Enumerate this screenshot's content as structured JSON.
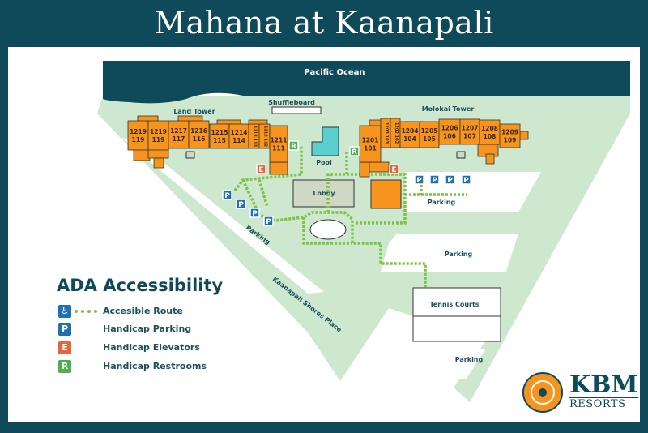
{
  "title": "Mahana at Kaanapali",
  "labels": {
    "ocean": "Pacific Ocean",
    "land_tower": "Land Tower",
    "molokai_tower": "Molokai Tower",
    "shuffleboard": "Shuffleboard",
    "pool": "Pool",
    "lobby": "Lobby",
    "parking_left": "Parking",
    "parking_right_top": "Parking",
    "parking_right_mid": "Parking",
    "parking_bottom": "Parking",
    "tennis": "Tennis Courts",
    "road": "Kaanapali Shores Place"
  },
  "units": {
    "land": [
      {
        "top": "1219",
        "bottom": "119"
      },
      {
        "top": "1219",
        "bottom": "119"
      },
      {
        "top": "1217",
        "bottom": "117"
      },
      {
        "top": "1216",
        "bottom": "116"
      },
      {
        "top": "1215",
        "bottom": "115"
      },
      {
        "top": "1214",
        "bottom": "114"
      },
      {
        "top": "1213",
        "bottom": "113"
      },
      {
        "top": "1212",
        "bottom": "112"
      },
      {
        "top": "1211",
        "bottom": "111"
      }
    ],
    "molokai": [
      {
        "top": "1201",
        "bottom": "101"
      },
      {
        "top": "1203",
        "bottom": "103"
      },
      {
        "top": "1202",
        "bottom": "102"
      },
      {
        "top": "1204",
        "bottom": "104"
      },
      {
        "top": "1205",
        "bottom": "105"
      },
      {
        "top": "1206",
        "bottom": "106"
      },
      {
        "top": "1207",
        "bottom": "107"
      },
      {
        "top": "1208",
        "bottom": "108"
      },
      {
        "top": "1209",
        "bottom": "109"
      }
    ]
  },
  "legend": {
    "title": "ADA Accessibility",
    "items": [
      {
        "icon": "wheelchair-icon",
        "label": "Accesible Route"
      },
      {
        "icon": "parking-icon",
        "symbol": "P",
        "label": "Handicap Parking"
      },
      {
        "icon": "elevator-icon",
        "symbol": "E",
        "label": "Handicap Elevators"
      },
      {
        "icon": "restroom-icon",
        "symbol": "R",
        "label": "Handicap Restrooms"
      }
    ]
  },
  "logo": {
    "name": "KBM",
    "sub": "RESORTS"
  },
  "colors": {
    "frame": "#0f4a5b",
    "land": "#cde8cf",
    "building": "#f7941d",
    "route": "#7dc242",
    "parking": "#1f6fb5",
    "elevator": "#e8633a",
    "restroom": "#4caf50",
    "pool": "#5bcfcf"
  }
}
